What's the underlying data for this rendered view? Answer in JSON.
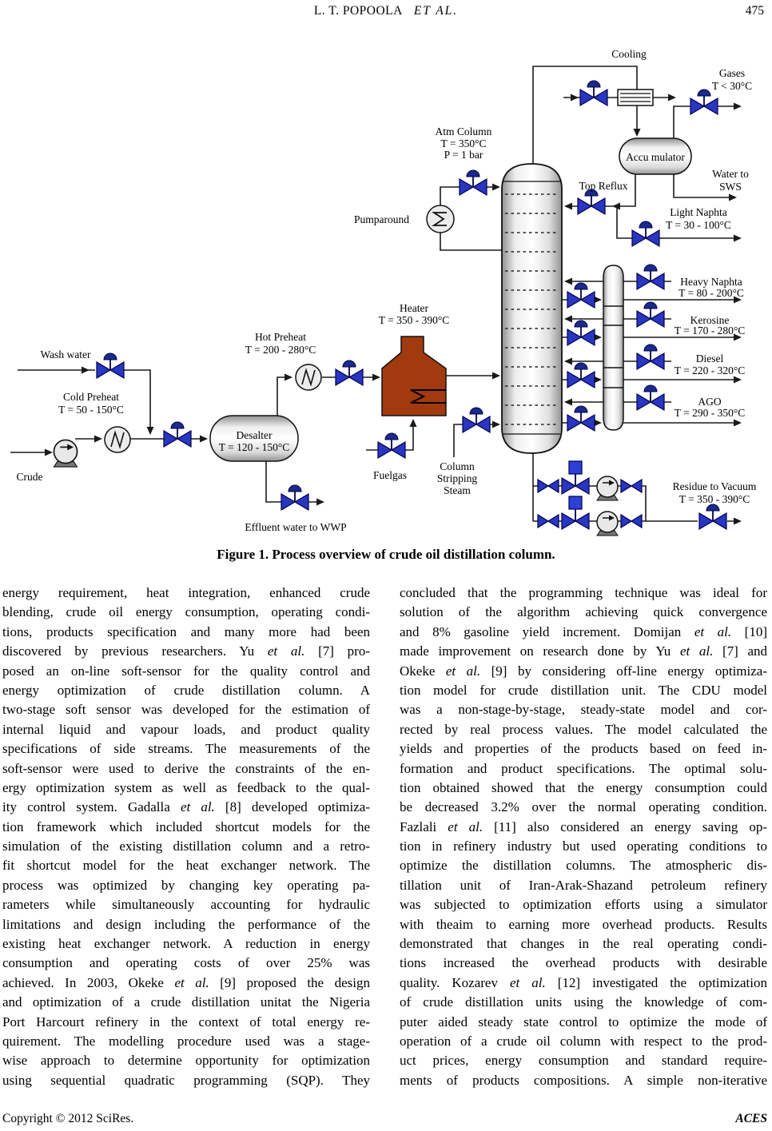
{
  "page": {
    "header": {
      "authors": "L. T. POPOOLA",
      "authors_suffix": "ET  AL.",
      "page_number": "475"
    },
    "footer": {
      "copyright": "Copyright © 2012 SciRes.",
      "journal": "ACES"
    }
  },
  "figure": {
    "caption": "Figure 1. Process overview of crude oil distillation column.",
    "colors": {
      "valve_blue": "#2936c0",
      "actuator_navy": "#1b2a8c",
      "heater_brown": "#a23a0f",
      "pipe_black": "#1a1a1a"
    },
    "labels": {
      "cooling": "Cooling",
      "gases": [
        "Gases",
        "T < 30°C"
      ],
      "atm_column": [
        "Atm Column",
        "T = 350°C",
        "P = 1 bar"
      ],
      "accumulator": "Accu mulator",
      "top_reflux": "Top Reflux",
      "water_sws": [
        "Water to",
        "SWS"
      ],
      "light_naphta": [
        "Light Naphta",
        "T = 30 - 100°C"
      ],
      "pumparound": "Pumparound",
      "heavy_naphta": [
        "Heavy Naphta",
        "T = 80 - 200°C"
      ],
      "kerosine": [
        "Kerosine",
        "T = 170 - 280°C"
      ],
      "diesel": [
        "Diesel",
        "T = 220 - 320°C"
      ],
      "ago": [
        "AGO",
        "T = 290 - 350°C"
      ],
      "heater": [
        "Heater",
        "T = 350 - 390°C"
      ],
      "hot_preheat": [
        "Hot Preheat",
        "T = 200 - 280°C"
      ],
      "cold_preheat": [
        "Cold Preheat",
        "T = 50 - 150°C"
      ],
      "wash_water": "Wash water",
      "crude": "Crude",
      "desalter": [
        "Desalter",
        "T = 120 - 150°C"
      ],
      "fuelgas": "Fuelgas",
      "column_stripping_steam": [
        "Column",
        "Stripping",
        "Steam"
      ],
      "effluent": "Effluent water to WWP",
      "residue": [
        "Residue to Vacuum",
        "T = 350 - 390°C"
      ]
    }
  },
  "article": {
    "left_column_lines": [
      "energy requirement, heat integration, enhanced crude",
      "blending, crude oil energy consumption, operating condi-",
      "tions, products specification and many more had been",
      "discovered by previous researchers. Yu et al. [7] pro-",
      "posed an on-line soft-sensor for the quality control and",
      "energy optimization of crude distillation column. A",
      "two-stage soft sensor was developed for the estimation of",
      "internal liquid and vapour loads, and product quality",
      "specifications of side streams. The measurements of the",
      "soft-sensor were used to derive the constraints of the en-",
      "ergy optimization system as well as feedback to the qual-",
      "ity control system. Gadalla et al. [8] developed optimiza-",
      "tion framework which included shortcut models for the",
      "simulation of the existing distillation column and a retro-",
      "fit shortcut model for the heat exchanger network. The",
      "process was optimized by changing key operating pa-",
      "rameters while simultaneously accounting for hydraulic",
      "limitations and design including the performance of the",
      "existing heat exchanger network. A reduction in energy",
      "consumption and operating costs of over 25% was",
      "achieved. In 2003, Okeke et al. [9] proposed the design",
      "and optimization of a crude distillation unitat the Nigeria",
      "Port Harcourt refinery in the context of total energy re-",
      "quirement. The modelling procedure used was a stage-",
      "wise approach to determine opportunity for optimization",
      "using sequential quadratic programming (SQP). They"
    ],
    "right_column_lines": [
      "concluded that the programming technique was ideal for",
      "solution of the algorithm achieving quick convergence",
      "and 8% gasoline yield increment. Domijan et al. [10]",
      "made improvement on research done by Yu et al. [7] and",
      "Okeke et al. [9] by considering off-line energy optimiza-",
      "tion model for crude distillation unit. The CDU model",
      "was a non-stage-by-stage, steady-state model and cor-",
      "rected by real process values. The model calculated the",
      "yields and properties of the products based on feed in-",
      "formation and product specifications. The optimal solu-",
      "tion obtained showed that the energy consumption could",
      "be decreased 3.2% over the normal operating condition.",
      "Fazlali et al. [11] also considered an energy saving op-",
      "tion in refinery industry but used operating conditions to",
      "optimize the distillation columns. The atmospheric dis-",
      "tillation unit of Iran-Arak-Shazand petroleum refinery",
      "was subjected to optimization efforts using a simulator",
      "with theaim to earning more overhead products. Results",
      "demonstrated that changes in the real operating condi-",
      "tions increased the overhead products with desirable",
      "quality. Kozarev et al. [12] investigated the optimization",
      "of crude distillation units using the knowledge of com-",
      "puter aided steady state control to optimize the mode of",
      "operation of a crude oil column with respect to the prod-",
      "uct prices, energy consumption and standard require-",
      "ments of products compositions. A simple non-iterative"
    ]
  }
}
